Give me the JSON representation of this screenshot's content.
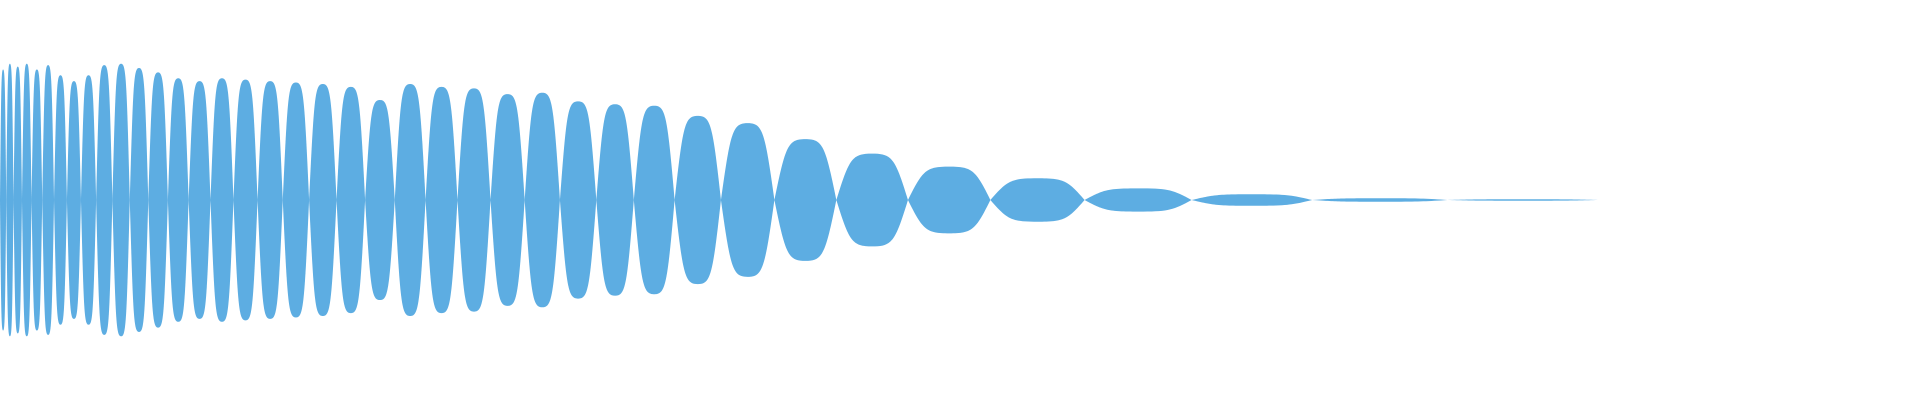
{
  "waveform": {
    "fill_color": "#5dade2",
    "background_color": "#ffffff"
  },
  "waveform_lobes": [
    {
      "amp": 0.9
    },
    {
      "amp": 0.94
    },
    {
      "amp": 0.92
    },
    {
      "amp": 0.94
    },
    {
      "amp": 0.9
    },
    {
      "amp": 0.93
    },
    {
      "amp": 0.86
    },
    {
      "amp": 0.82
    },
    {
      "amp": 0.86
    },
    {
      "amp": 0.93
    },
    {
      "amp": 0.94
    },
    {
      "amp": 0.91
    },
    {
      "amp": 0.88
    },
    {
      "amp": 0.84
    },
    {
      "amp": 0.82
    },
    {
      "amp": 0.84
    },
    {
      "amp": 0.83
    },
    {
      "amp": 0.82
    },
    {
      "amp": 0.81
    },
    {
      "amp": 0.8
    },
    {
      "amp": 0.78
    },
    {
      "amp": 0.69
    },
    {
      "amp": 0.8
    },
    {
      "amp": 0.78
    },
    {
      "amp": 0.77
    },
    {
      "amp": 0.73
    },
    {
      "amp": 0.74
    },
    {
      "amp": 0.68
    },
    {
      "amp": 0.66
    },
    {
      "amp": 0.65
    },
    {
      "amp": 0.58
    },
    {
      "amp": 0.53
    },
    {
      "amp": 0.42
    },
    {
      "amp": 0.32
    },
    {
      "amp": 0.23
    },
    {
      "amp": 0.15
    },
    {
      "amp": 0.08
    },
    {
      "amp": 0.04
    },
    {
      "amp": 0.012
    },
    {
      "amp": 0.005
    }
  ]
}
